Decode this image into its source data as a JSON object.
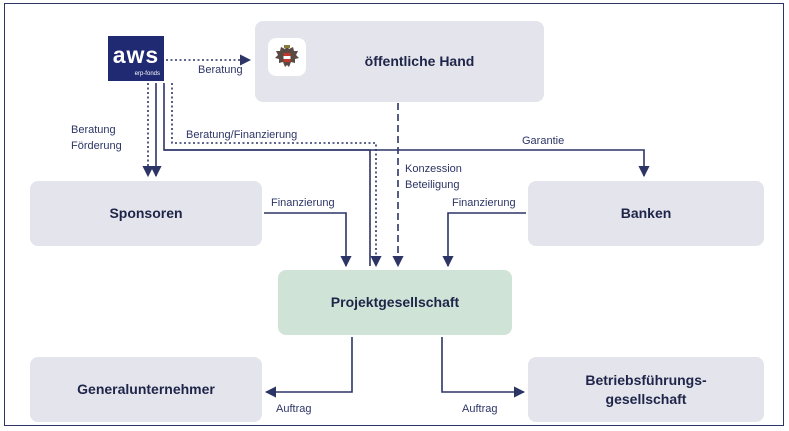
{
  "nodes": {
    "public": "öffentliche Hand",
    "sponsors": "Sponsoren",
    "banks": "Banken",
    "project": "Projektgesellschaft",
    "contractor": "Generalunternehmer",
    "operator_line1": "Betriebsführungs-",
    "operator_line2": "gesellschaft"
  },
  "logo": {
    "main": "aws",
    "sub": "erp-fonds"
  },
  "edges": {
    "beratung": "Beratung",
    "beratung_foerderung_1": "Beratung",
    "beratung_foerderung_2": "Förderung",
    "beratung_finanzierung": "Beratung/Finanzierung",
    "garantie": "Garantie",
    "konzession": "Konzession",
    "beteiligung": "Beteiligung",
    "finanzierung_sponsors": "Finanzierung",
    "finanzierung_banks": "Finanzierung",
    "auftrag_contractor": "Auftrag",
    "auftrag_operator": "Auftrag"
  },
  "icons": [
    "aws-logo",
    "austrian-eagle-emblem"
  ],
  "colors": {
    "node": "#e3e4ec",
    "center_node": "#cfe4d7",
    "line": "#2d3566",
    "logo": "#1f2a72",
    "text": "#1f2548"
  }
}
